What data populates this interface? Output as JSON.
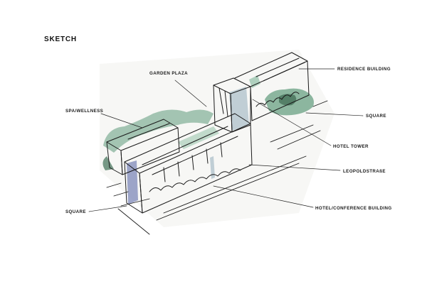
{
  "title": "SKETCH",
  "labels": {
    "garden_plaza": "GARDEN PLAZA",
    "residence_building": "RESIDENCE BUILDING",
    "spa_wellness": "SPA/WELLNESS",
    "square_right": "SQUARE",
    "hotel_tower": "HOTEL TOWER",
    "leopoldstrasse": "LEOPOLDSTRAßE",
    "square_left": "SQUARE",
    "hotel_conference": "HOTEL/CONFERENCE BUILDING"
  },
  "colors": {
    "ink": "#1a1a1a",
    "greenery": "#5e9a7a",
    "shadow": "#7e88b8",
    "glass": "#a8bcc8"
  }
}
